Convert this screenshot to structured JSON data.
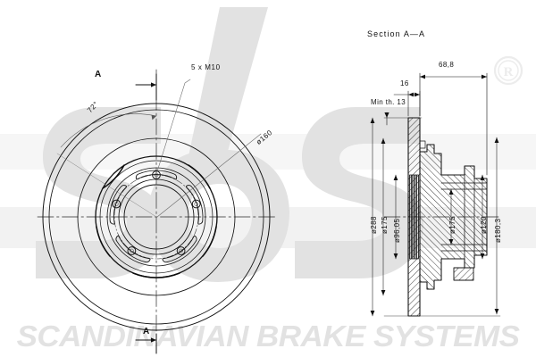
{
  "drawing": {
    "title_watermark": "SCANDINAVIAN BRAKE SYSTEMS",
    "brand_logo": "sbs",
    "registered_mark": "®",
    "background_color": "#ffffff",
    "line_color": "#141414",
    "watermark_color": "#e2e2e2",
    "hatch_color": "#333333"
  },
  "front_view": {
    "name": "brake-disc-front-view",
    "section_marker_top": "A",
    "section_marker_bottom": "A",
    "labels": {
      "angle": "72°",
      "bolt_spec": "5 x M10",
      "bolt_circle": "ø160"
    },
    "bolt_count": 5
  },
  "section_view": {
    "name": "brake-disc-section-view",
    "title": "Section A—A",
    "horizontal_dims": [
      {
        "label": "68,8",
        "name": "dim-overall-height"
      },
      {
        "label": "16",
        "name": "dim-disc-thickness"
      },
      {
        "label": "Min th. 13",
        "name": "dim-min-thickness"
      }
    ],
    "vertical_dims": [
      {
        "label": "ø288",
        "name": "dim-outer-diameter"
      },
      {
        "label": "ø175",
        "name": "dim-friction-inner-diameter"
      },
      {
        "label": "ø96,05",
        "name": "dim-hub-bore"
      },
      {
        "label": "ø175",
        "name": "dim-hub-flange-diameter"
      },
      {
        "label": "ø120",
        "name": "dim-hub-diameter"
      },
      {
        "label": "ø180,3",
        "name": "dim-mounting-diameter"
      }
    ]
  }
}
